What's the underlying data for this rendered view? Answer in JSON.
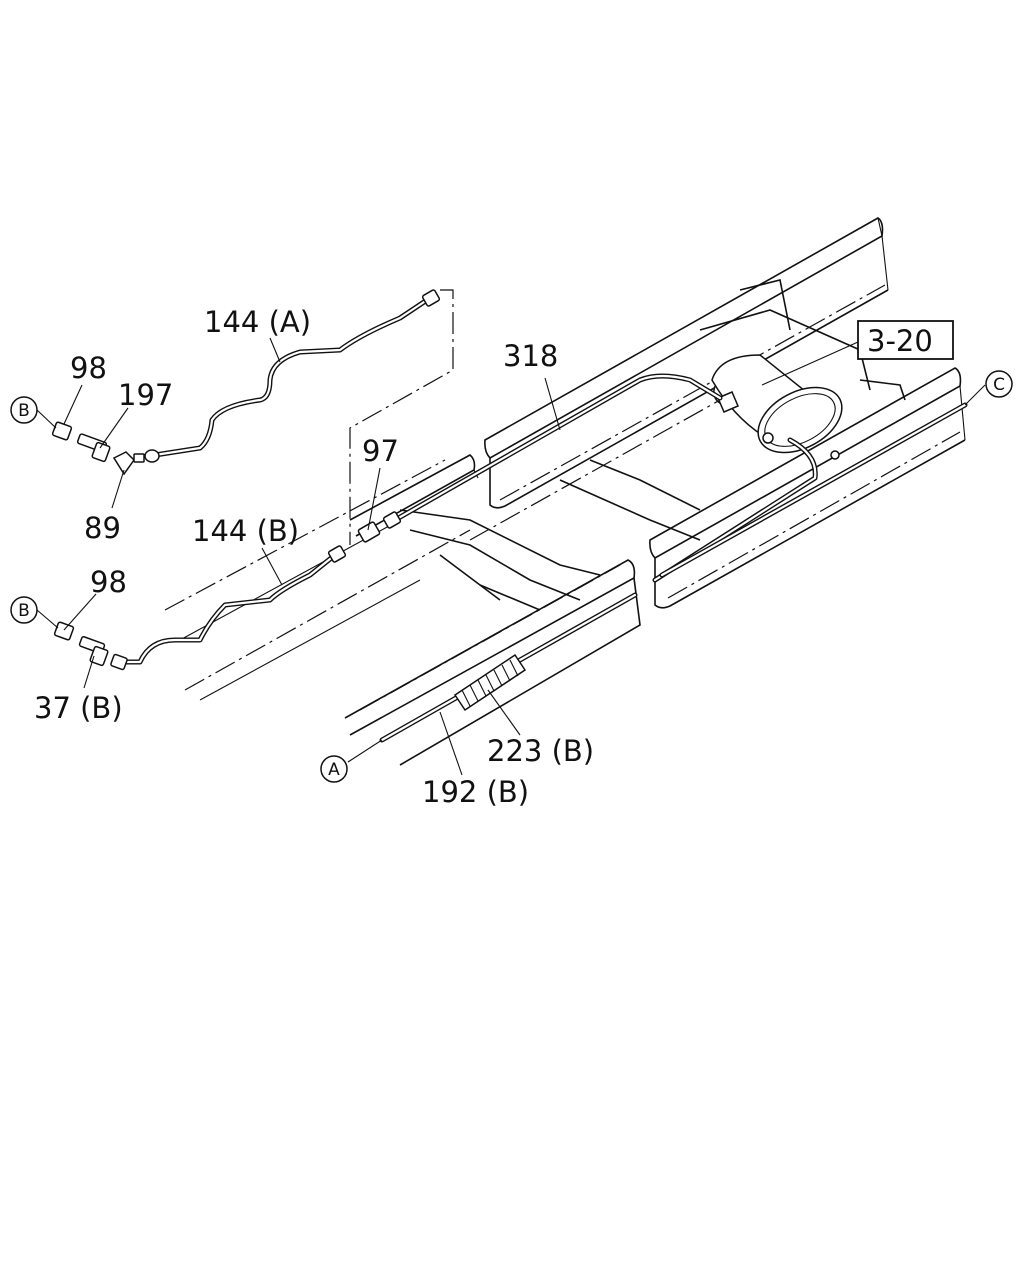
{
  "callouts": {
    "c144a": "144 (A)",
    "c98_top": "98",
    "c197": "197",
    "c89": "89",
    "c318": "318",
    "c97": "97",
    "c144b": "144 (B)",
    "c98_bottom": "98",
    "c37b": "37 (B)",
    "c223b": "223 (B)",
    "c192b": "192 (B)",
    "ref_box": "3-20"
  },
  "connectors": {
    "b_top": "B",
    "b_bottom": "B",
    "a": "A",
    "c": "C"
  }
}
